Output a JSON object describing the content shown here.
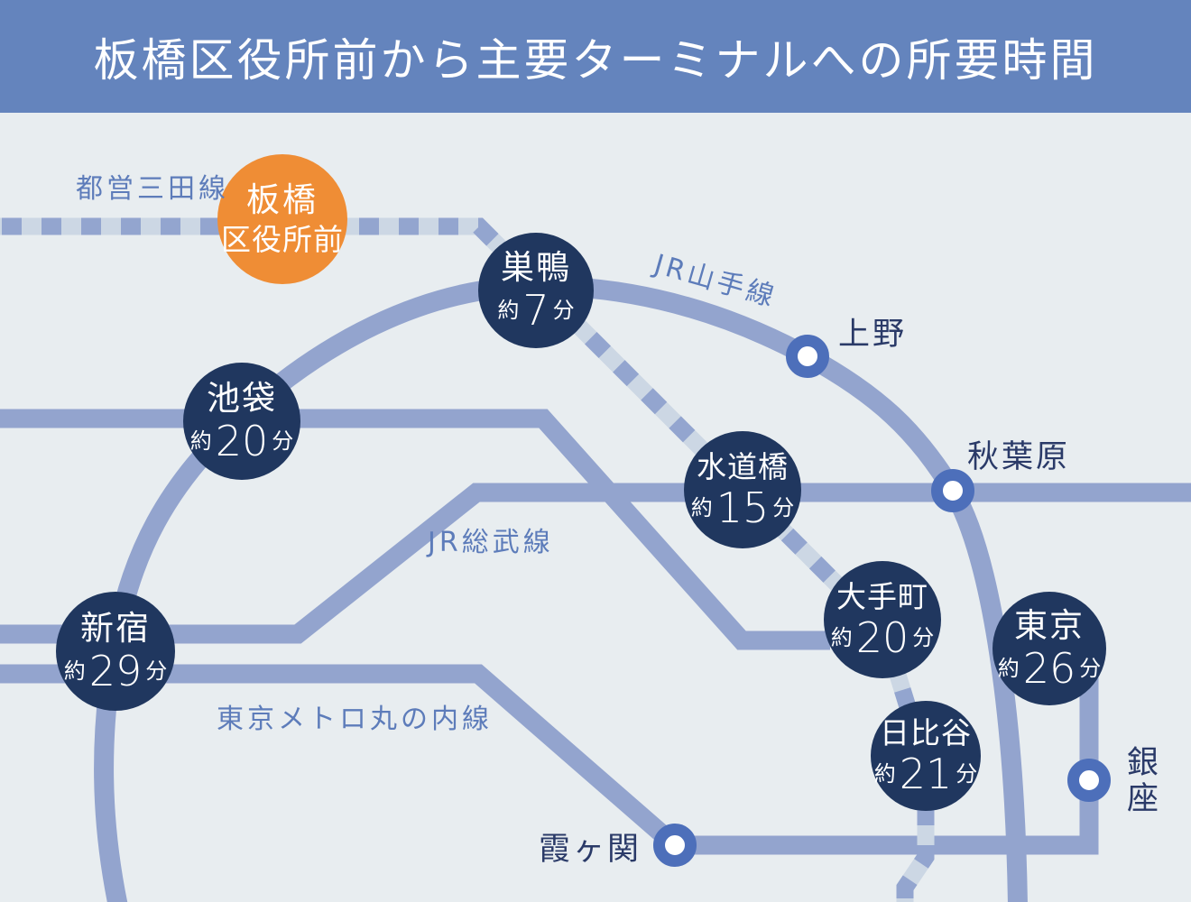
{
  "header": {
    "title": "板橋区役所前から主要ターミナルへの所要時間"
  },
  "origin_station": {
    "name_line1": "板橋",
    "name_line2": "区役所前"
  },
  "line_labels": {
    "mita": "都営三田線",
    "yamanote": "JR山手線",
    "sobu": "JR総武線",
    "marunouchi": "東京メトロ丸の内線"
  },
  "destinations": [
    {
      "name": "巣鴨",
      "approx": "約",
      "minutes": "7",
      "unit": "分"
    },
    {
      "name": "池袋",
      "approx": "約",
      "minutes": "20",
      "unit": "分"
    },
    {
      "name": "水道橋",
      "approx": "約",
      "minutes": "15",
      "unit": "分"
    },
    {
      "name": "新宿",
      "approx": "約",
      "minutes": "29",
      "unit": "分"
    },
    {
      "name": "大手町",
      "approx": "約",
      "minutes": "20",
      "unit": "分"
    },
    {
      "name": "東京",
      "approx": "約",
      "minutes": "26",
      "unit": "分"
    },
    {
      "name": "日比谷",
      "approx": "約",
      "minutes": "21",
      "unit": "分"
    }
  ],
  "interchanges": [
    {
      "name": "上野"
    },
    {
      "name": "秋葉原"
    },
    {
      "name": "霞ヶ関"
    },
    {
      "name": "銀座"
    }
  ],
  "colors": {
    "background": "#e8edf0",
    "header_bar": "#6484bd",
    "rail_solid": "#93a4ce",
    "rail_dash_dark": "#93a5cf",
    "rail_dash_light": "#ccd7e4",
    "destination_bubble": "#20375f",
    "origin_bubble": "#ef8d35",
    "interchange_ring": "#4d6fba",
    "line_label_text": "#5d7cba",
    "station_label_text": "#2a3a68",
    "bubble_text": "#ffffff"
  }
}
